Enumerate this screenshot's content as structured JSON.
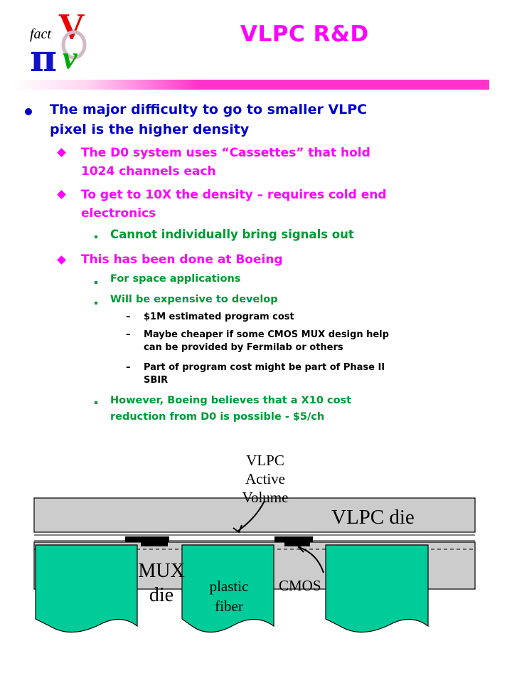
{
  "slide": {
    "title": "VLPC R&D",
    "logo_text": "fact",
    "accent_color": "#ff00ff"
  },
  "bullets": {
    "l1": [
      "The major difficulty to go to smaller VLPC",
      "pixel is the higher density"
    ],
    "b2a": [
      "The D0 system uses “Cassettes” that hold",
      "1024 channels each"
    ],
    "b2b": [
      "To get to 10X the density – requires cold end",
      "electronics"
    ],
    "b3a": "Cannot individually bring signals out",
    "b2c": "This has been done at Boeing",
    "b3b": "For space applications",
    "b3c": "Will be expensive to develop",
    "b4a": "$1M estimated program cost",
    "b4b": [
      "Maybe cheaper if some CMOS MUX design help",
      "can be provided by Fermilab or others"
    ],
    "b4c": [
      "Part of program cost might be part of Phase II",
      "SBIR"
    ],
    "b3d": [
      "However, Boeing believes that a X10 cost",
      "reduction from D0 is possible - $5/ch"
    ],
    "dash": "–"
  },
  "diagram": {
    "label_active": [
      "VLPC",
      "Active",
      "Volume"
    ],
    "label_vlpc_die": "VLPC die",
    "label_mux": [
      "MUX",
      "die"
    ],
    "label_plastic": [
      "plastic",
      "fiber"
    ],
    "label_cmos": "CMOS",
    "colors": {
      "fiber": "#00cc99",
      "die": "#cccccc"
    }
  }
}
